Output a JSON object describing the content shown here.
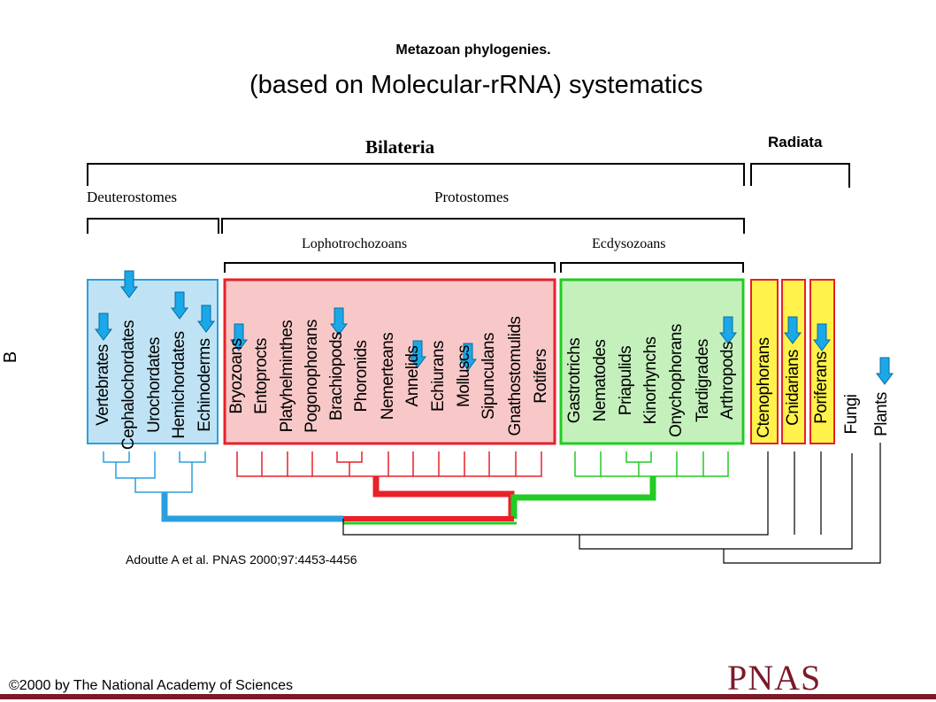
{
  "title": "Metazoan phylogenies.",
  "subtitle": "(based on Molecular-rRNA) systematics",
  "panel_letter": "B",
  "groups": {
    "bilateria": "Bilateria",
    "radiata": "Radiata",
    "deuterostomes": "Deuterostomes",
    "protostomes": "Protostomes",
    "lophotrochozoans": "Lophotrochozoans",
    "ecdysozoans": "Ecdysozoans"
  },
  "taxa": {
    "deuterostomes": [
      "Vertebrates",
      "Cephalochordates",
      "Urochordates",
      "Hemichordates",
      "Echinoderms"
    ],
    "lophotrochozoans": [
      "Bryozoans",
      "Entoprocts",
      "Platyhelminthes",
      "Pogonophorans",
      "Brachiopods",
      "Phoronids",
      "Nemerteans",
      "Annelids",
      "Echiurans",
      "Molluscs",
      "Sipunculans",
      "Gnathostomulids",
      "Rotifers"
    ],
    "ecdysozoans": [
      "Gastrotrichs",
      "Nematodes",
      "Priapulids",
      "Kinorhynchs",
      "Onychophorans",
      "Tardigrades",
      "Arthropods"
    ],
    "radiata": [
      "Ctenophorans",
      "Cnidarians",
      "Poriferans"
    ],
    "outgroups": [
      "Fungi",
      "Plants"
    ]
  },
  "colors": {
    "deuterostome_box_fill": "#bfe3f5",
    "deuterostome_stroke": "#2a9fe0",
    "lopho_box_fill": "#f8c8c8",
    "lopho_stroke": "#e8202a",
    "ecdy_box_fill": "#c4f0bc",
    "ecdy_stroke": "#22cc22",
    "radiata_box_fill": "#fff24a",
    "radiata_stroke": "#e8202a",
    "arrow_fill": "#1aa8e8",
    "brand": "#7a1a2a"
  },
  "citation": "Adoutte A et al. PNAS 2000;97:4453-4456",
  "copyright": "©2000 by The National Academy of Sciences",
  "logo": "PNAS"
}
